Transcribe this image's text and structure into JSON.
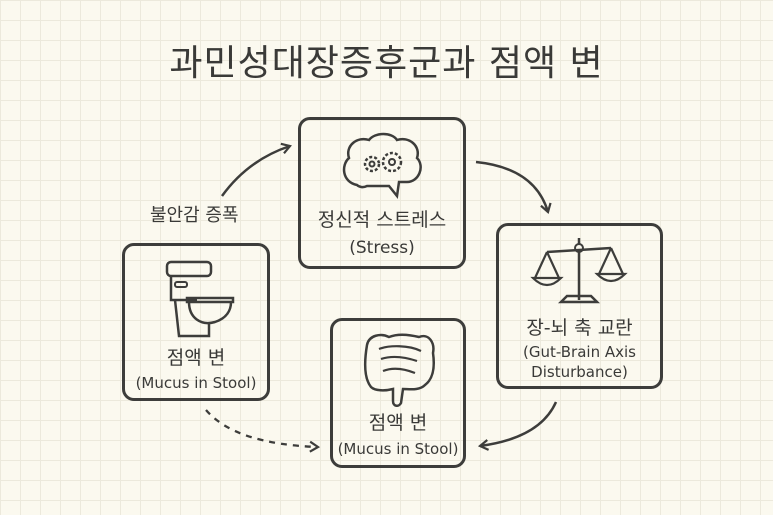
{
  "title": "과민성대장증후군과   점액 변",
  "nodes": {
    "stress": {
      "ko": "정신적 스트레스",
      "en": "(Stress)",
      "icon": "brain-gears-icon"
    },
    "gut_brain": {
      "ko": "장-뇌 축 교란",
      "en1": "(Gut-Brain Axis",
      "en2": "Disturbance)",
      "icon": "balance-scale-icon"
    },
    "mucus_center": {
      "ko": "점액 변",
      "en": "(Mucus in Stool)",
      "icon": "intestine-icon"
    },
    "mucus_left": {
      "ko": "점액 변",
      "en": "(Mucus in Stool)",
      "icon": "toilet-icon"
    }
  },
  "edge_labels": {
    "anxiety": "불안감 증폭"
  },
  "colors": {
    "ink": "#3d3d3b",
    "paper": "#fbf9ef"
  }
}
